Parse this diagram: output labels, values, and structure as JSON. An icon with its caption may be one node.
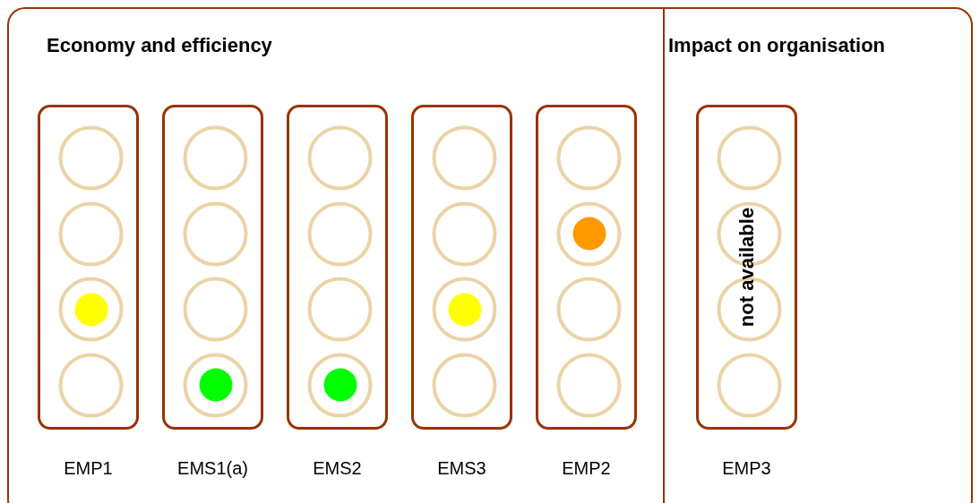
{
  "diagram": {
    "nodes": [
      {
        "text": [
          "Economy and efficiency"
        ]
      },
      {
        "text": [],
        "shape": "box",
        "in": 0,
        "beside": [
          "EMP1"
        ]
      },
      {
        "text": [],
        "shape": "circle",
        "in": 1
      },
      {
        "text": [],
        "shape": "circle",
        "in": 1
      },
      {
        "text": [],
        "shape": "circle",
        "in": 1
      },
      {
        "text": [],
        "shape": "circle",
        "in": 4
      },
      {
        "text": [],
        "shape": "circle",
        "in": 1
      },
      {
        "text": [],
        "shape": "box",
        "in": 0,
        "beside": [
          "EMS1(a)"
        ]
      },
      {
        "text": [],
        "shape": "circle",
        "in": 7
      },
      {
        "text": [],
        "shape": "circle",
        "in": 7
      },
      {
        "text": [],
        "shape": "circle",
        "in": 7
      },
      {
        "text": [],
        "shape": "circle",
        "in": 7
      },
      {
        "text": [],
        "shape": "circle",
        "in": 11
      },
      {
        "text": [],
        "shape": "box",
        "in": 0,
        "beside": [
          "EMS2"
        ]
      },
      {
        "text": [],
        "shape": "circle",
        "in": 13
      },
      {
        "text": [],
        "shape": "circle",
        "in": 13
      },
      {
        "text": [],
        "shape": "circle",
        "in": 13
      },
      {
        "text": [],
        "shape": "circle",
        "in": 13
      },
      {
        "text": [],
        "shape": "circle",
        "in": 17
      },
      {
        "text": [],
        "shape": "box",
        "in": 0,
        "beside": [
          "EMS3"
        ]
      },
      {
        "text": [],
        "shape": "circle",
        "in": 19
      },
      {
        "text": [],
        "shape": "circle",
        "in": 19
      },
      {
        "text": [],
        "shape": "circle",
        "in": 19
      },
      {
        "text": [],
        "shape": "circle",
        "in": 22
      },
      {
        "text": [],
        "shape": "circle",
        "in": 19
      },
      {
        "text": [],
        "shape": "box",
        "in": 0,
        "beside": [
          "EMP2"
        ]
      },
      {
        "text": [],
        "shape": "circle",
        "in": 25
      },
      {
        "text": [],
        "shape": "circle",
        "in": 25
      },
      {
        "text": [],
        "shape": "circle",
        "in": 27
      },
      {
        "text": [],
        "shape": "circle",
        "in": 25
      },
      {
        "text": [],
        "shape": "circle",
        "in": 25
      },
      {
        "text": [
          "Impact on organisation"
        ]
      },
      {
        "text": [
          "not available"
        ],
        "in": 31,
        "beside": [
          "EMP3"
        ]
      },
      {
        "text": [],
        "shape": "circle",
        "in": 32
      },
      {
        "text": [],
        "shape": "circle",
        "in": 32
      },
      {
        "text": [],
        "shape": "circle",
        "in": 32
      },
      {
        "text": [],
        "shape": "circle",
        "in": 32
      }
    ]
  }
}
